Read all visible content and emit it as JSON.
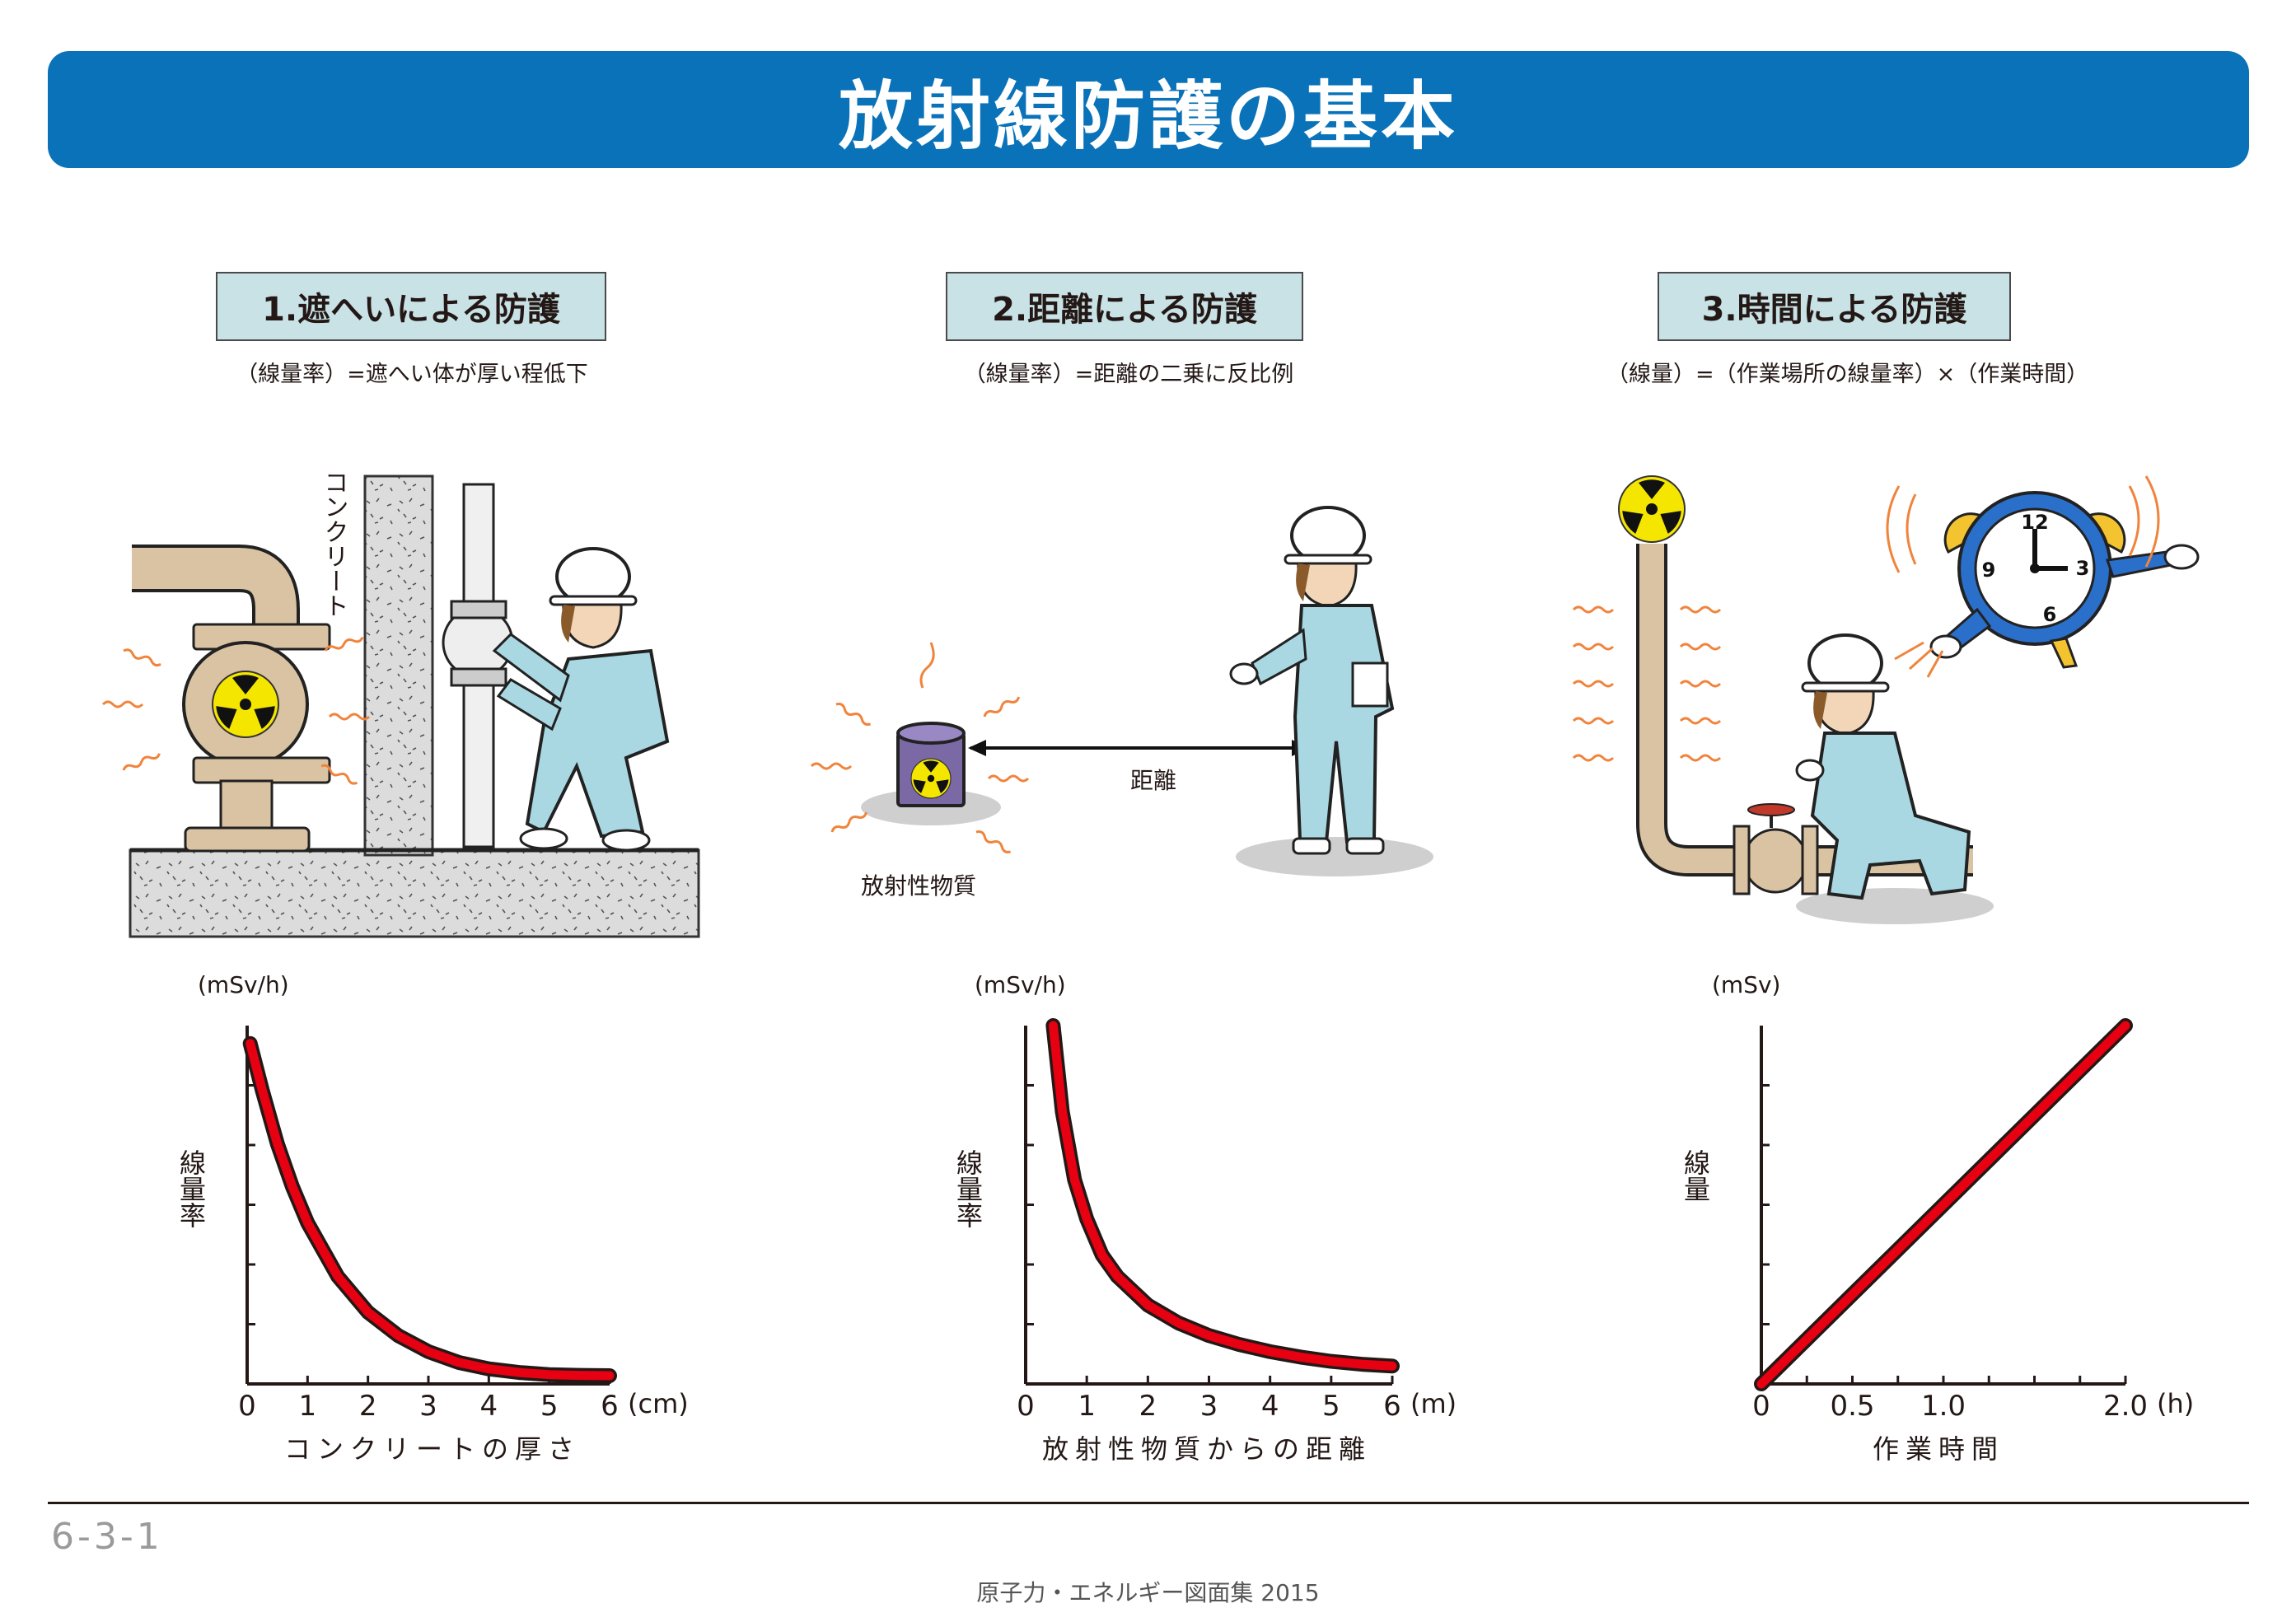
{
  "title": "放射線防護の基本",
  "sections": [
    {
      "label": "1.遮へいによる防護",
      "formula": "（線量率）=遮へい体が厚い程低下",
      "illustration_labels": [
        "コンクリート"
      ]
    },
    {
      "label": "2.距離による防護",
      "formula": "（線量率）=距離の二乗に反比例",
      "illustration_labels": [
        "距離",
        "放射性物質"
      ]
    },
    {
      "label": "3.時間による防護",
      "formula": "（線量）=（作業場所の線量率）×（作業時間）",
      "illustration_labels": []
    }
  ],
  "clock_numbers": [
    "12",
    "3",
    "6",
    "9"
  ],
  "chart_data": [
    {
      "type": "line",
      "unit": "(mSv/h)",
      "ylabel": "線量率",
      "xlabel": "コンクリートの厚さ",
      "x_unit": "(cm)",
      "x_ticks": [
        "0",
        "1",
        "2",
        "3",
        "4",
        "5",
        "6"
      ],
      "xlim": [
        0,
        6
      ],
      "ylim": [
        0,
        1
      ],
      "y_tick_count": 6,
      "series": [
        {
          "color": "#e60012",
          "x": [
            0.05,
            0.25,
            0.5,
            0.75,
            1,
            1.5,
            2,
            2.5,
            3,
            3.5,
            4,
            4.5,
            5,
            5.5,
            6
          ],
          "y": [
            0.95,
            0.82,
            0.67,
            0.55,
            0.45,
            0.3,
            0.2,
            0.135,
            0.09,
            0.06,
            0.042,
            0.032,
            0.026,
            0.024,
            0.023
          ]
        }
      ]
    },
    {
      "type": "line",
      "unit": "(mSv/h)",
      "ylabel": "線量率",
      "xlabel": "放射性物質からの距離",
      "x_unit": "(m)",
      "x_ticks": [
        "0",
        "1",
        "2",
        "3",
        "4",
        "5",
        "6"
      ],
      "xlim": [
        0,
        6
      ],
      "ylim": [
        0,
        1
      ],
      "y_tick_count": 6,
      "series": [
        {
          "color": "#e60012",
          "x": [
            0.45,
            0.6,
            0.8,
            1,
            1.25,
            1.5,
            2,
            2.5,
            3,
            3.5,
            4,
            4.5,
            5,
            5.5,
            6
          ],
          "y": [
            1.0,
            0.76,
            0.57,
            0.46,
            0.36,
            0.3,
            0.22,
            0.17,
            0.135,
            0.11,
            0.09,
            0.075,
            0.063,
            0.055,
            0.05
          ]
        }
      ]
    },
    {
      "type": "line",
      "unit": "(mSv)",
      "ylabel": "線量",
      "xlabel": "作業時間",
      "x_unit": "(h)",
      "x_ticks": [
        "0",
        "0.5",
        "1.0",
        "2.0"
      ],
      "x_tick_positions": [
        0,
        0.5,
        1.0,
        2.0
      ],
      "xlim": [
        0,
        2
      ],
      "ylim": [
        0,
        1
      ],
      "y_tick_count": 6,
      "series": [
        {
          "color": "#e60012",
          "x": [
            0,
            2
          ],
          "y": [
            0,
            1
          ]
        }
      ]
    }
  ],
  "footer": {
    "page_number": "6-3-1",
    "book_title": "原子力・エネルギー図面集 2015"
  },
  "colors": {
    "banner": "#0a72b8",
    "section_label_bg": "#c8e2e6",
    "curve": "#e60012",
    "suit": "#a9d8e3",
    "pipe": "#d9c3a3",
    "concrete": "#d9d9d9",
    "trefoil_bg": "#f5e600",
    "drum": "#7b69a6",
    "glow": "#f0843c"
  },
  "icons": [
    "radiation-trefoil-icon",
    "alarm-clock-icon",
    "worker-helmet-icon"
  ]
}
